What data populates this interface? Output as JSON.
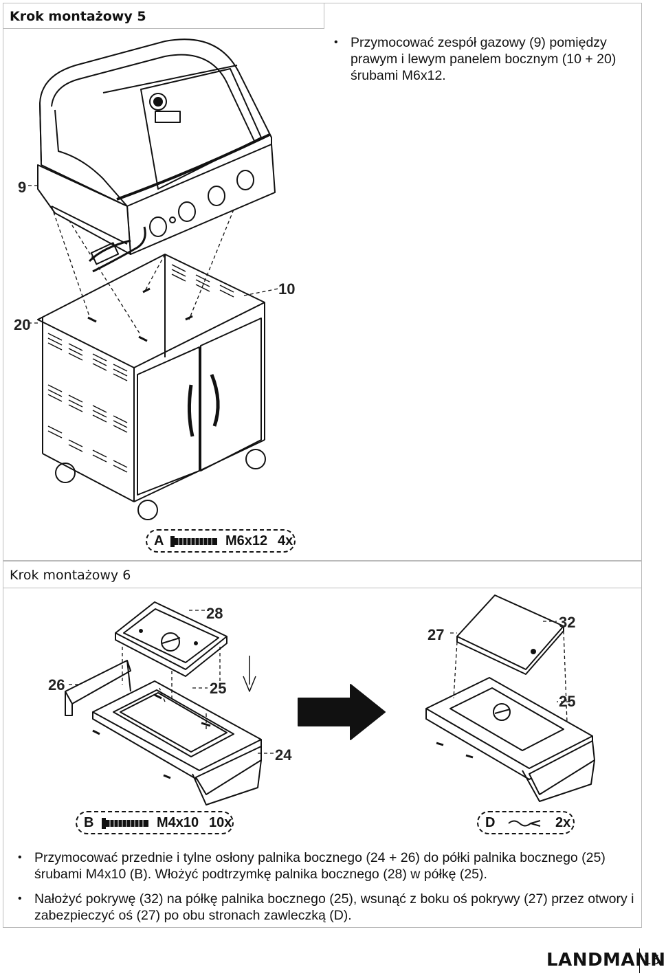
{
  "step5": {
    "title": "Krok montażowy 5",
    "instructions": [
      "Przymocować zespół gazowy (9) pomiędzy prawym i lewym panelem bocznym (10 + 20) śrubami M6x12."
    ],
    "part_labels": [
      "9",
      "10",
      "20"
    ],
    "hardware": {
      "letter": "A",
      "size": "M6x12",
      "qty": "4x"
    }
  },
  "step6": {
    "title": "Krok montażowy 6",
    "part_labels_left": [
      "28",
      "26",
      "25",
      "24"
    ],
    "part_labels_right": [
      "27",
      "32",
      "25"
    ],
    "hardware_b": {
      "letter": "B",
      "size": "M4x10",
      "qty": "10x"
    },
    "hardware_d": {
      "letter": "D",
      "qty": "2x"
    },
    "instructions": [
      "Przymocować przednie i tylne osłony palnika bocznego (24 + 26) do półki palnika bocznego (25) śrubami M4x10 (B). Włożyć podtrzymkę palnika bocznego (28) w półkę (25).",
      "Nałożyć pokrywę (32) na półkę palnika bocznego (25), wsunąć z boku oś pokrywy (27) przez otwory i zabezpieczyć oś (27) po obu stronach zawleczką (D)."
    ]
  },
  "footer": {
    "brand": "LANDMANN",
    "page": "15"
  }
}
